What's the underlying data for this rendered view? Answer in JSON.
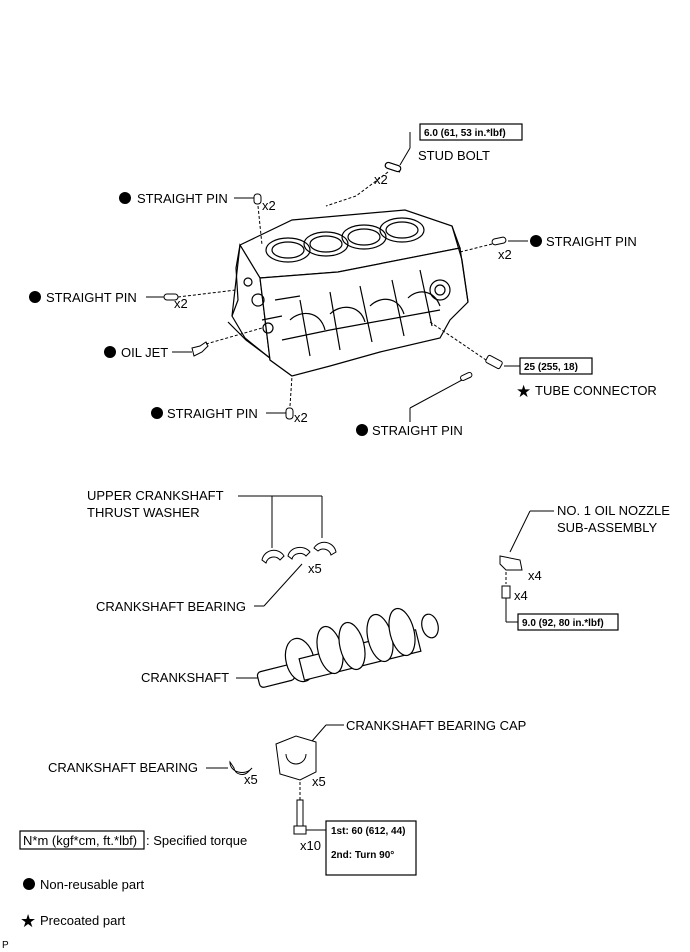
{
  "labels": {
    "stud_bolt": "STUD BOLT",
    "straight_pin": "STRAIGHT PIN",
    "oil_jet": "OIL JET",
    "tube_connector": "TUBE CONNECTOR",
    "upper_thrust_washer_1": "UPPER CRANKSHAFT",
    "upper_thrust_washer_2": "THRUST WASHER",
    "crankshaft_bearing": "CRANKSHAFT BEARING",
    "crankshaft": "CRANKSHAFT",
    "oil_nozzle_1": "NO. 1 OIL NOZZLE",
    "oil_nozzle_2": "SUB-ASSEMBLY",
    "bearing_cap": "CRANKSHAFT BEARING CAP"
  },
  "quantities": {
    "x2": "x2",
    "x4": "x4",
    "x5": "x5",
    "x10": "x10"
  },
  "torques": {
    "stud_bolt": "6.0 (61, 53 in.*lbf)",
    "tube_connector": "25 (255, 18)",
    "oil_nozzle": "9.0 (92, 80 in.*lbf)",
    "cap_bolt_1": "1st: 60 (612, 44)",
    "cap_bolt_2": "2nd: Turn 90°"
  },
  "legend": {
    "torque_box": "N*m (kgf*cm, ft.*lbf)",
    "torque_text": ": Specified torque",
    "non_reusable": "Non-reusable part",
    "precoated": "Precoated part"
  },
  "footer": {
    "code": "P"
  }
}
